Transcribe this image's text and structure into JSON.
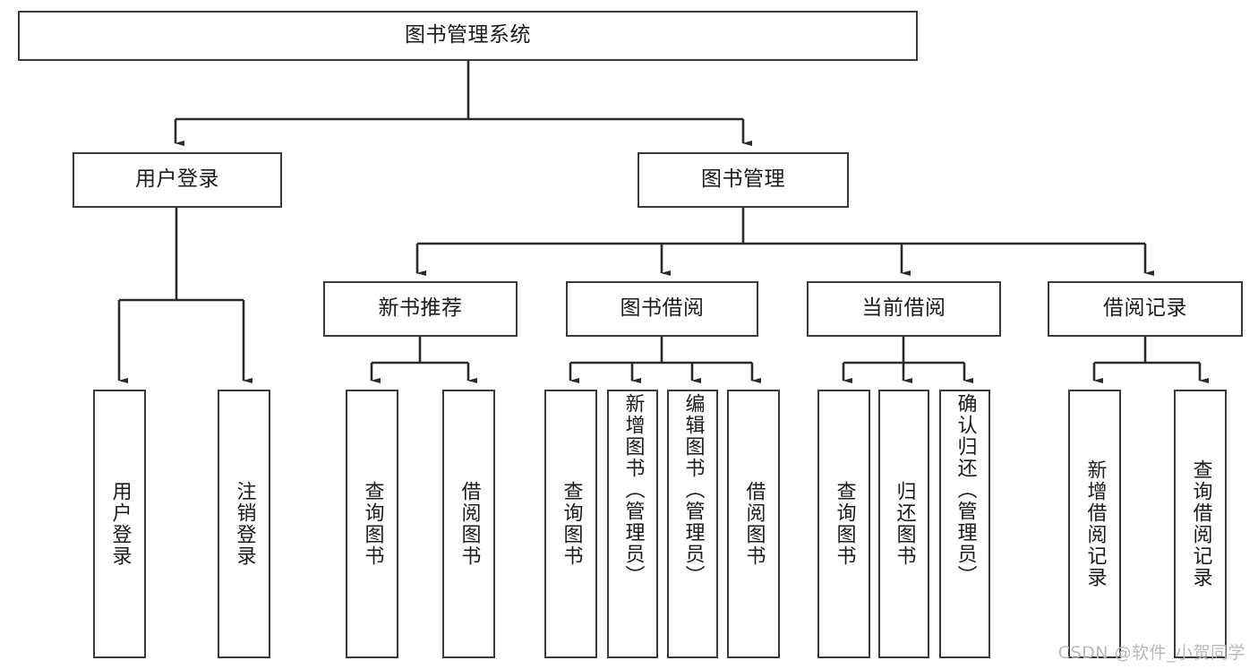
{
  "diagram": {
    "type": "tree-hierarchy",
    "title": "图书管理系统",
    "watermark": "CSDN @软件_小贺同学",
    "colors": {
      "stroke": "#3a3a3a",
      "fill": "#ffffff",
      "text": "#1b1b1b",
      "watermark": "#b9b9b9"
    },
    "nodes": {
      "root": {
        "label": "图书管理系统"
      },
      "level2": [
        {
          "id": "user-login",
          "label": "用户登录"
        },
        {
          "id": "book-manage",
          "label": "图书管理"
        }
      ],
      "level3": [
        {
          "id": "new-book-rec",
          "label": "新书推荐"
        },
        {
          "id": "book-borrow",
          "label": "图书借阅"
        },
        {
          "id": "current-borrow",
          "label": "当前借阅"
        },
        {
          "id": "borrow-record",
          "label": "借阅记录"
        }
      ],
      "leaves": {
        "user_login": [
          {
            "id": "leaf-user-login",
            "label": "用户登录"
          },
          {
            "id": "leaf-logout-login",
            "label": "注销登录"
          }
        ],
        "new_book_rec": [
          {
            "id": "leaf-query-book-1",
            "label": "查询图书"
          },
          {
            "id": "leaf-borrow-book-1",
            "label": "借阅图书"
          }
        ],
        "book_borrow": [
          {
            "id": "leaf-query-book-2",
            "label": "查询图书"
          },
          {
            "id": "leaf-add-book",
            "label": "新增图书（管理员）"
          },
          {
            "id": "leaf-edit-book",
            "label": "编辑图书（管理员）"
          },
          {
            "id": "leaf-borrow-book-2",
            "label": "借阅图书"
          }
        ],
        "current_borrow": [
          {
            "id": "leaf-query-book-3",
            "label": "查询图书"
          },
          {
            "id": "leaf-return-book",
            "label": "归还图书"
          },
          {
            "id": "leaf-confirm-return",
            "label": "确认归还（管理员）"
          }
        ],
        "borrow_record": [
          {
            "id": "leaf-add-record",
            "label": "新增借阅记录"
          },
          {
            "id": "leaf-query-record",
            "label": "查询借阅记录"
          }
        ]
      }
    }
  }
}
